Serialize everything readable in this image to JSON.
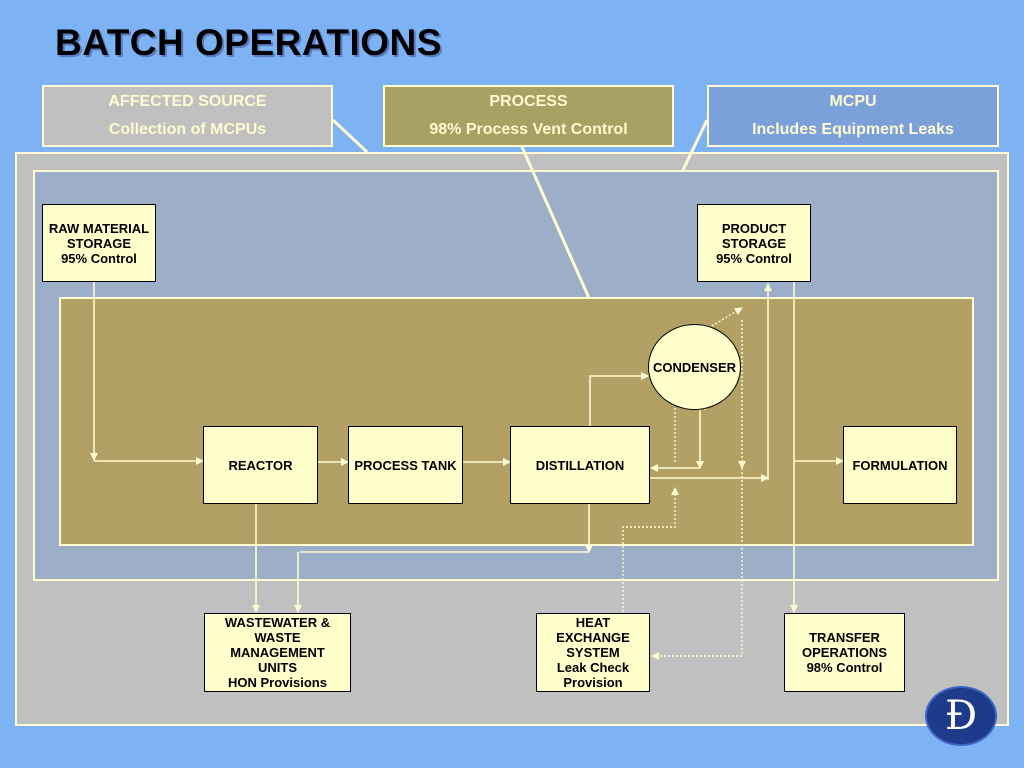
{
  "title": "BATCH OPERATIONS",
  "legend": {
    "affected": {
      "heading": "AFFECTED SOURCE",
      "text": "Collection of MCPUs",
      "color": "#c0c0c0"
    },
    "process": {
      "heading": "PROCESS",
      "text": "98% Process Vent Control",
      "color": "#a9a064"
    },
    "mcpu": {
      "heading": "MCPU",
      "text": "Includes Equipment Leaks",
      "color": "#7ba0da"
    }
  },
  "nodes": {
    "raw": [
      "RAW MATERIAL",
      "STORAGE",
      "95% Control"
    ],
    "product": [
      "PRODUCT",
      "STORAGE",
      "95% Control"
    ],
    "condenser": "CONDENSER",
    "reactor": "REACTOR",
    "tank": "PROCESS TANK",
    "distillation": "DISTILLATION",
    "formulation": "FORMULATION",
    "wastewater": [
      "WASTEWATER &",
      "WASTE",
      "MANAGEMENT",
      "UNITS",
      "HON Provisions"
    ],
    "heat": [
      "HEAT",
      "EXCHANGE",
      "SYSTEM",
      "Leak Check",
      "Provision"
    ],
    "transfer": [
      "TRANSFER",
      "OPERATIONS",
      "98% Control"
    ]
  },
  "logo": {
    "icon": "d-monogram-logo",
    "text": "Đ"
  }
}
